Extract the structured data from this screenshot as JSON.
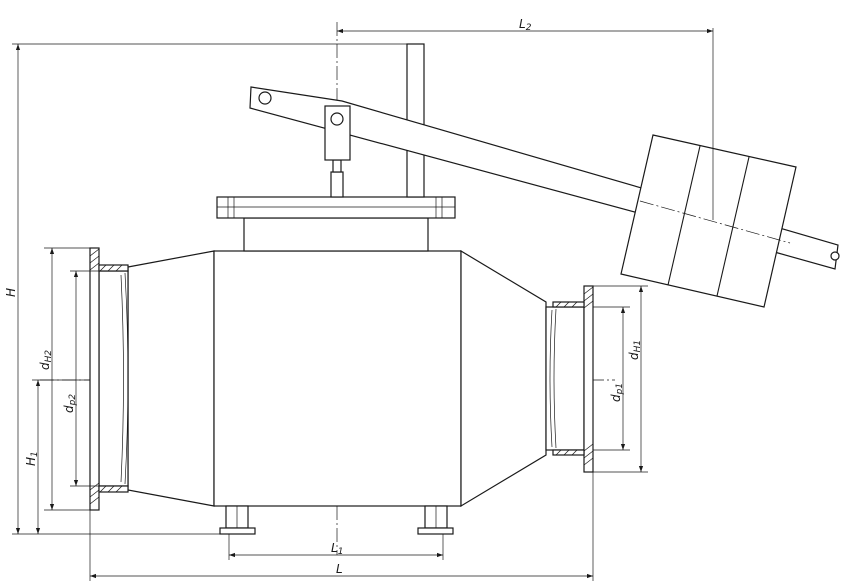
{
  "dimensions": {
    "L": "L",
    "L1": "L",
    "L1_sub": "1",
    "L2": "L",
    "L2_sub": "2",
    "H": "H",
    "H1": "H",
    "H1_sub": "1",
    "dH2": "d",
    "dH2_sub": "H2",
    "dp2": "d",
    "dp2_sub": "p2",
    "dH1": "d",
    "dH1_sub": "H1",
    "dp1": "d",
    "dp1_sub": "p1"
  }
}
